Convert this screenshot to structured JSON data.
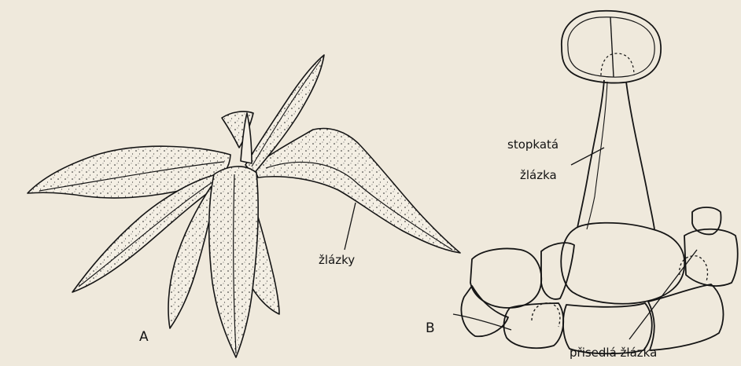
{
  "figure_a": {
    "panel_letter": "A",
    "glands_label": "žlázky"
  },
  "figure_b": {
    "panel_letter": "B",
    "stalked_gland_label_line1": "stopkatá",
    "stalked_gland_label_line2": "žlázka",
    "sessile_gland_label": "přisedlá žlázka"
  },
  "colors": {
    "paper": "#efe9dc",
    "ink": "#141414",
    "bleed_through": "#d9d2c3"
  }
}
